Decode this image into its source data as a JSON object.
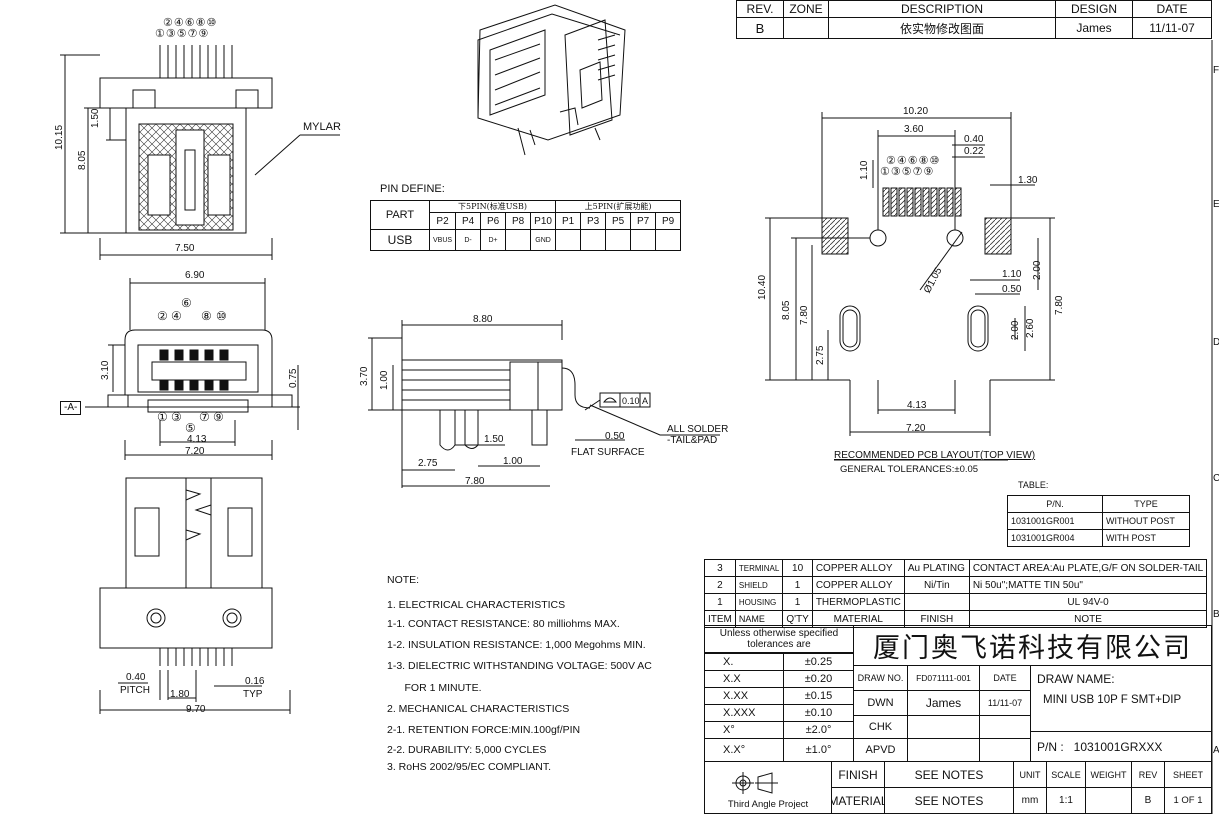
{
  "revision_table": {
    "headers": [
      "REV.",
      "ZONE",
      "DESCRIPTION",
      "DESIGN",
      "DATE"
    ],
    "row": [
      "B",
      "",
      "依实物修改图面",
      "James",
      "11/11-07"
    ]
  },
  "front_view": {
    "pin_numbers_top": "②④⑥⑧⑩",
    "pin_numbers_bottom": "①③⑤⑦⑨",
    "label_mylar": "MYLAR",
    "dim_10_15": "10.15",
    "dim_8_05": "8.05",
    "dim_1_50": "1.50",
    "dim_7_50": "7.50"
  },
  "end_view": {
    "dim_6_90": "6.90",
    "dim_3_10": "3.10",
    "dim_0_75": "0.75",
    "dim_4_13": "4.13",
    "dim_7_20": "7.20",
    "datum_a": "-A-",
    "pin_labels_top": [
      "②",
      "④",
      "⑥",
      "⑧",
      "⑩"
    ],
    "pin_labels_bottom": [
      "①",
      "③",
      "⑤",
      "⑦",
      "⑨"
    ]
  },
  "bottom_view": {
    "dim_0_40": "0.40",
    "label_pitch": "PITCH",
    "dim_1_80": "1.80",
    "dim_0_16": "0.16",
    "label_typ": "TYP",
    "dim_9_70": "9.70"
  },
  "pin_define": {
    "title": "PIN DEFINE:",
    "group_lower": "下5PIN(标准USB)",
    "group_upper": "上5PIN(扩展功能)",
    "col_part": "PART",
    "pins": [
      "P2",
      "P4",
      "P6",
      "P8",
      "P10",
      "P1",
      "P3",
      "P5",
      "P7",
      "P9"
    ],
    "row_label": "USB",
    "row_values": [
      "VBUS",
      "D-",
      "D+",
      "",
      "GND",
      "",
      "",
      "",
      "",
      ""
    ]
  },
  "side_view": {
    "dim_8_80": "8.80",
    "dim_3_70": "3.70",
    "dim_1_00_v": "1.00",
    "dim_1_50": "1.50",
    "dim_2_75": "2.75",
    "dim_1_00": "1.00",
    "dim_7_80": "7.80",
    "dim_0_50": "0.50",
    "label_flat_surface": "FLAT SURFACE",
    "flatness_value": "0.10",
    "flatness_datum": "A",
    "label_all_solder": "ALL SOLDER",
    "label_tail_pad": "-TAIL&PAD"
  },
  "notes": {
    "title": "NOTE:",
    "lines": [
      "1. ELECTRICAL CHARACTERISTICS",
      "1-1. CONTACT RESISTANCE: 80 milliohms   MAX.",
      "1-2. INSULATION RESISTANCE: 1,000 Megohms MIN.",
      "1-3. DIELECTRIC WITHSTANDING VOLTAGE: 500V AC",
      "      FOR 1 MINUTE.",
      "2. MECHANICAL CHARACTERISTICS",
      "2-1. RETENTION FORCE:MIN.100gf/PIN",
      "2-2. DURABILITY: 5,000 CYCLES",
      "3. RoHS 2002/95/EC COMPLIANT."
    ]
  },
  "pcb_layout": {
    "dim_10_20": "10.20",
    "dim_3_60": "3.60",
    "dim_0_40": "0.40",
    "dim_0_22": "0.22",
    "dim_1_10_v": "1.10",
    "dim_1_30": "1.30",
    "dim_diameter": "Ø1.05",
    "dim_10_40": "10.40",
    "dim_8_05": "8.05",
    "dim_7_80_left": "7.80",
    "dim_2_75": "2.75",
    "dim_1_10": "1.10",
    "dim_0_50": "0.50",
    "dim_2_00_top": "2.00",
    "dim_2_60": "2.60",
    "dim_2_00": "2.00",
    "dim_7_80_right": "7.80",
    "dim_4_13": "4.13",
    "dim_7_20": "7.20",
    "pin_numbers_top": "②④⑥⑧⑩",
    "pin_numbers_bottom": "①③⑤⑦⑨",
    "caption": "RECOMMENDED PCB LAYOUT(TOP VIEW)",
    "tolerance": "GENERAL TOLERANCES:±0.05"
  },
  "type_table": {
    "title": "TABLE:",
    "headers": [
      "P/N.",
      "TYPE"
    ],
    "rows": [
      [
        "1031001GR001",
        "WITHOUT POST"
      ],
      [
        "1031001GR004",
        "WITH POST"
      ]
    ]
  },
  "bom": {
    "rows": [
      [
        "3",
        "TERMINAL",
        "10",
        "COPPER ALLOY",
        "Au PLATING",
        "CONTACT AREA:Au PLATE,G/F ON SOLDER-TAIL"
      ],
      [
        "2",
        "SHIELD",
        "1",
        "COPPER ALLOY",
        "Ni/Tin",
        "Ni 50u\";MATTE TIN 50u\""
      ],
      [
        "1",
        "HOUSING",
        "1",
        "THERMOPLASTIC",
        "",
        "UL 94V-0"
      ],
      [
        "ITEM",
        "NAME",
        "Q'TY",
        "MATERIAL",
        "FINISH",
        "NOTE"
      ]
    ]
  },
  "title_block": {
    "tolerance_header": "Unless otherwise specified\ntolerances are",
    "tolerances": [
      [
        "X.",
        "±0.25"
      ],
      [
        "X.X",
        "±0.20"
      ],
      [
        "X.XX",
        "±0.15"
      ],
      [
        "X.XXX",
        "±0.10"
      ],
      [
        "X°",
        "±2.0°"
      ],
      [
        "X.X°",
        "±1.0°"
      ]
    ],
    "company": "厦门奥飞诺科技有限公司",
    "draw_no_label": "DRAW NO.",
    "draw_no": "FD071111-001",
    "date_label": "DATE",
    "dwn_label": "DWN",
    "dwn_name": "James",
    "dwn_date": "11/11-07",
    "chk_label": "CHK",
    "apvd_label": "APVD",
    "draw_name_label": "DRAW  NAME:",
    "draw_name": "MINI USB 10P F SMT+DIP",
    "pn_label": "P/N  :",
    "pn": "1031001GRXXX",
    "projection": "Third Angle Project",
    "finish_label": "FINISH",
    "finish_value": "SEE  NOTES",
    "material_label": "MATERIAL",
    "material_value": "SEE  NOTES",
    "unit_label": "UNIT",
    "unit_value": "mm",
    "scale_label": "SCALE",
    "scale_value": "1:1",
    "weight_label": "WEIGHT",
    "weight_value": "",
    "rev_label": "REV",
    "rev_value": "B",
    "sheet_label": "SHEET",
    "sheet_value": "1  OF  1"
  },
  "zone_letters": [
    "F",
    "E",
    "D",
    "C",
    "B",
    "A"
  ]
}
